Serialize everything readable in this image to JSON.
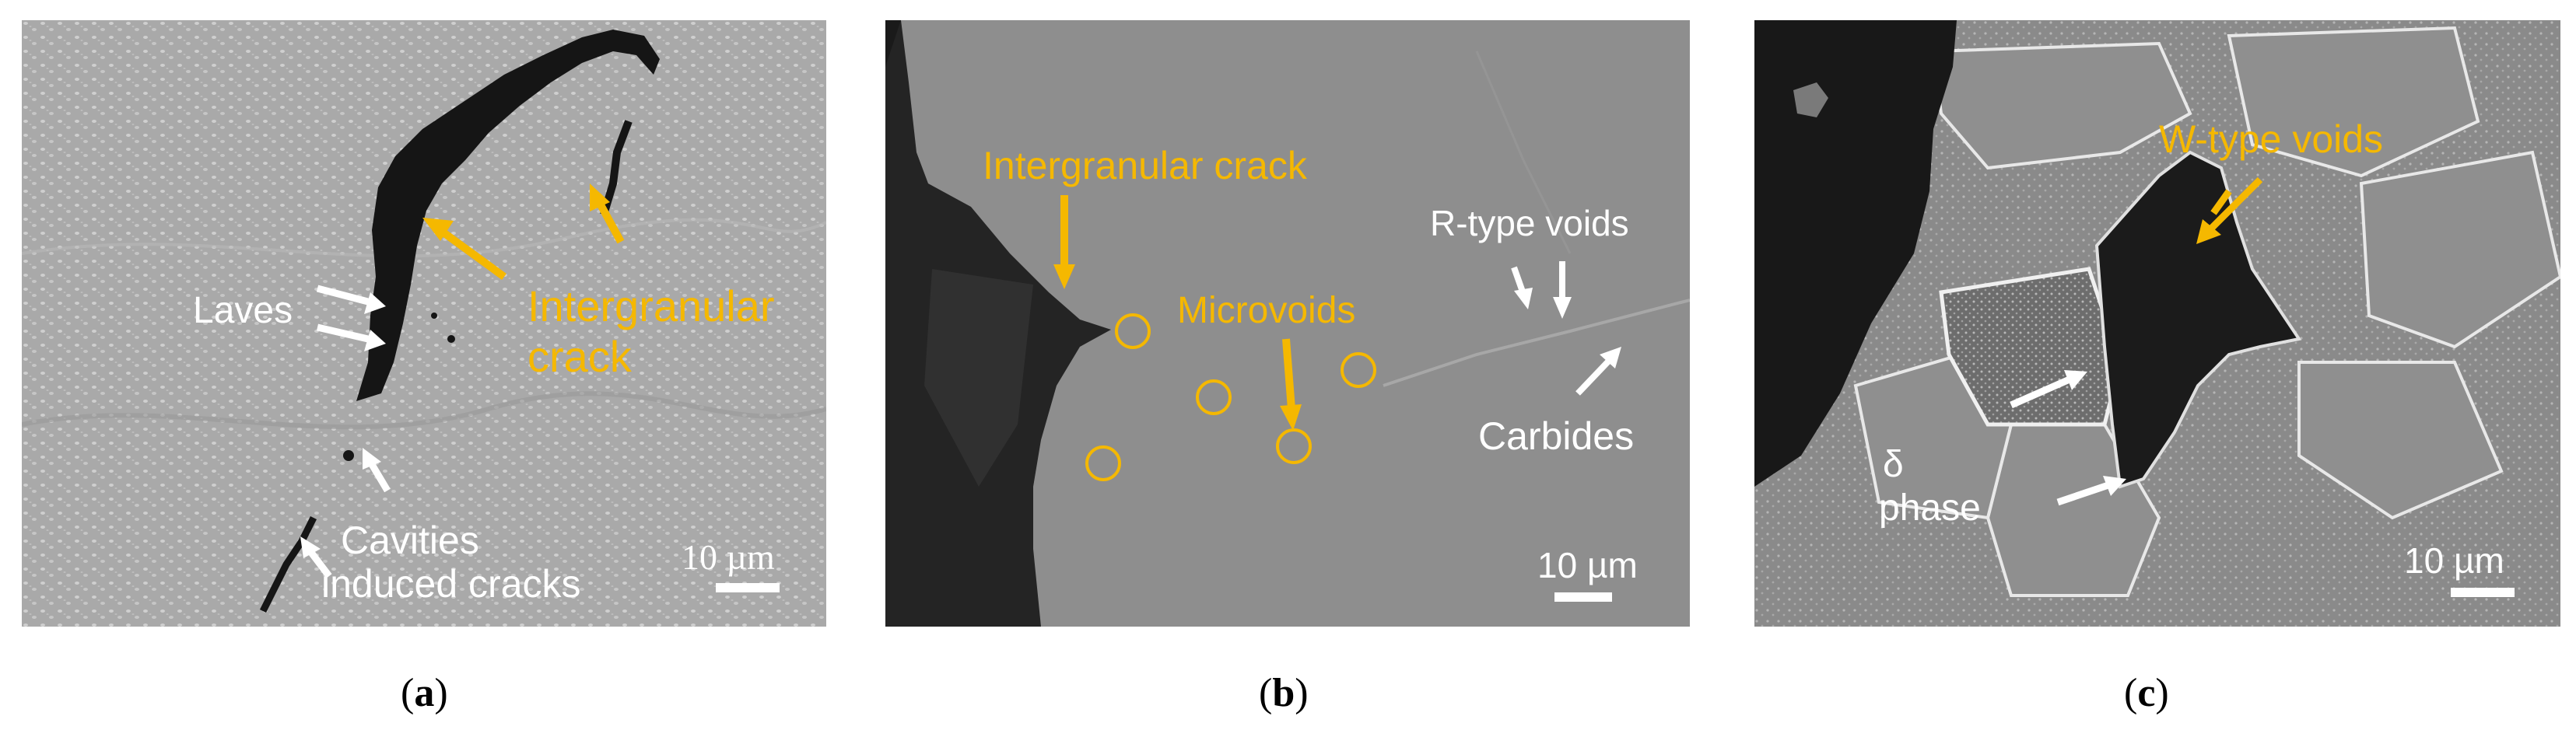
{
  "panels": [
    {
      "id": "a",
      "caption_letter": "a",
      "labels": {
        "intergranular_line1": "Intergranular",
        "intergranular_line2": "crack",
        "laves": "Laves",
        "cavities_line1": "Cavities",
        "cavities_line2": "induced cracks"
      },
      "scale": "10 µm"
    },
    {
      "id": "b",
      "caption_letter": "b",
      "labels": {
        "intergranular": "Intergranular crack",
        "microvoids": "Microvoids",
        "r_type_voids": "R-type voids",
        "carbides": "Carbides"
      },
      "scale": "10 µm"
    },
    {
      "id": "c",
      "caption_letter": "c",
      "labels": {
        "w_type_voids": "W-type voids",
        "delta_line1": "δ",
        "delta_line2": "phase"
      },
      "scale": "10 µm"
    }
  ],
  "colors": {
    "annotation_orange": "#f5b800",
    "annotation_white": "#ffffff"
  }
}
